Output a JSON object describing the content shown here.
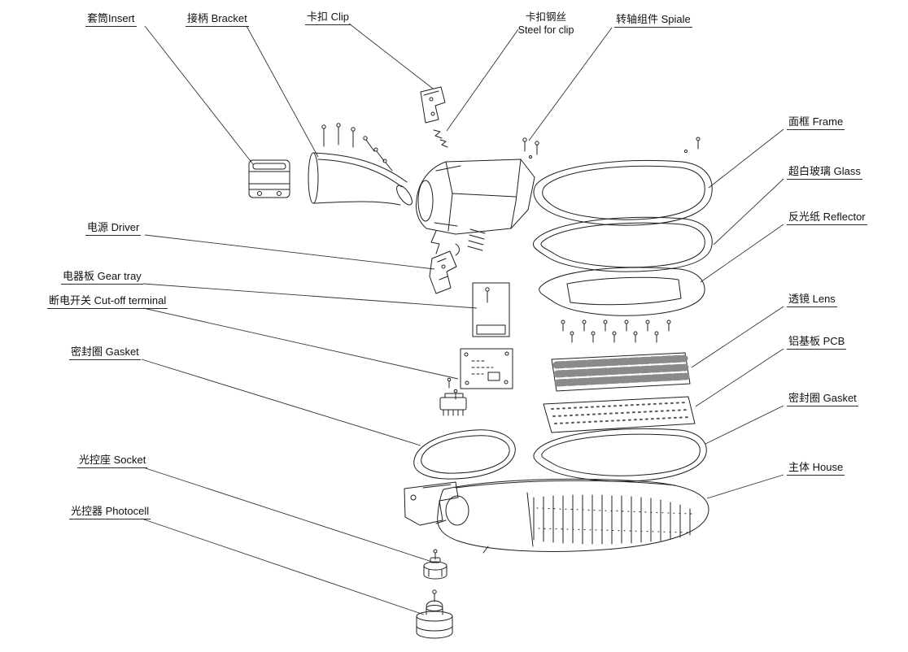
{
  "colors": {
    "line": "#1f1f1f",
    "leader": "#333333",
    "label_text": "#111111",
    "lens_fill": "#8a8a8a"
  },
  "labels": {
    "insert": "套筒Insert",
    "bracket": "接柄 Bracket",
    "clip": "卡扣 Clip",
    "steel_clip_zh": "卡扣钢丝",
    "steel_clip_en": "Steel for clip",
    "spiale": "转轴组件 Spiale",
    "frame": "面框 Frame",
    "glass": "超白玻璃 Glass",
    "reflector": "反光纸 Reflector",
    "lens": "透镜 Lens",
    "pcb": "铝基板 PCB",
    "gasket_right": "密封圈 Gasket",
    "house": "主体 House",
    "driver": "电源 Driver",
    "gear_tray": "电器板 Gear tray",
    "cutoff_terminal": "断电开关 Cut-off terminal",
    "gasket_left": "密封圈 Gasket",
    "socket": "光控座 Socket",
    "photocell": "光控器 Photocell"
  }
}
